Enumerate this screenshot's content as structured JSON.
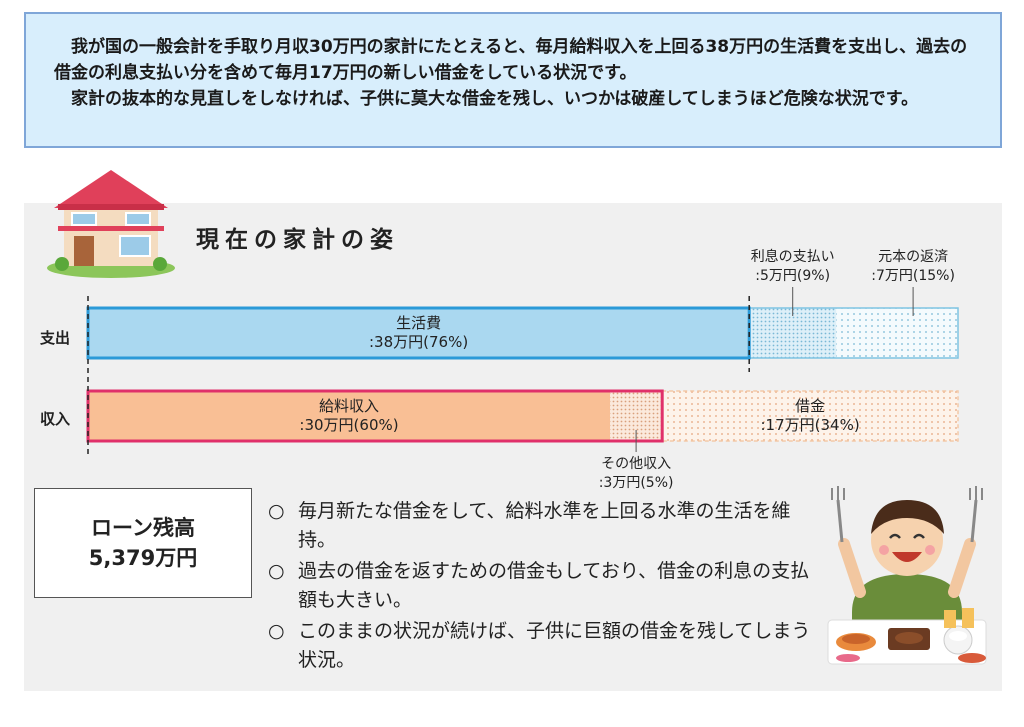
{
  "intro": {
    "line1": "我が国の一般会計を手取り月収30万円の家計にたとえると、毎月給料収入を上回る38万円の生活費を支出し、過去の借金の利息支払い分を含めて毎月17万円の新しい借金をしている状況です。",
    "line2": "家計の抜本的な見直しをしなければ、子供に莫大な借金を残し、いつかは破産してしまうほど危険な状況です。"
  },
  "section_title": "現在の家計の姿",
  "icons": {
    "house": "house-icon",
    "person": "happy-eating-person-icon"
  },
  "colors": {
    "living_fill": "#aad8f0",
    "living_border": "#2b9ad8",
    "interest_fill": "#ddeff8",
    "principal_fill": "#f4fafd",
    "outflow_border": "#7fc4e2",
    "salary_fill": "#f9bf95",
    "salary_border": "#e0306a",
    "other_fill": "#fbe9dc",
    "borrow_fill": "#fdf3ea",
    "borrow_border": "#f3c9a8",
    "intro_bg": "#d8eefc",
    "panel_bg": "#f0f0f0"
  },
  "chart_data": {
    "type": "bar",
    "orientation": "horizontal",
    "stacked": true,
    "unit": "万円",
    "xlim": [
      0,
      50
    ],
    "rows": [
      {
        "label": "支出",
        "segments": [
          {
            "key": "living",
            "name": "生活費",
            "value": 38,
            "percent": 76,
            "text": ":38万円(76%)"
          },
          {
            "key": "interest",
            "name": "利息の支払い",
            "value": 5,
            "percent": 9,
            "text": ":5万円(9%)"
          },
          {
            "key": "principal",
            "name": "元本の返済",
            "value": 7,
            "percent": 15,
            "text": ":7万円(15%)"
          }
        ]
      },
      {
        "label": "収入",
        "segments": [
          {
            "key": "salary",
            "name": "給料収入",
            "value": 30,
            "percent": 60,
            "text": ":30万円(60%)"
          },
          {
            "key": "other",
            "name": "その他収入",
            "value": 3,
            "percent": 5,
            "text": ":3万円(5%)"
          },
          {
            "key": "borrow",
            "name": "借金",
            "value": 17,
            "percent": 34,
            "text": ":17万円(34%)"
          }
        ]
      }
    ]
  },
  "loan": {
    "label": "ローン残高",
    "amount": "5,379万円"
  },
  "bullets": [
    {
      "mark": "○",
      "text": "毎月新たな借金をして、給料水準を上回る水準の生活を維持。"
    },
    {
      "mark": "○",
      "text": "過去の借金を返すための借金もしており、借金の利息の支払額も大きい。"
    },
    {
      "mark": "○",
      "text": "このままの状況が続けば、子供に巨額の借金を残してしまう状況。"
    }
  ]
}
